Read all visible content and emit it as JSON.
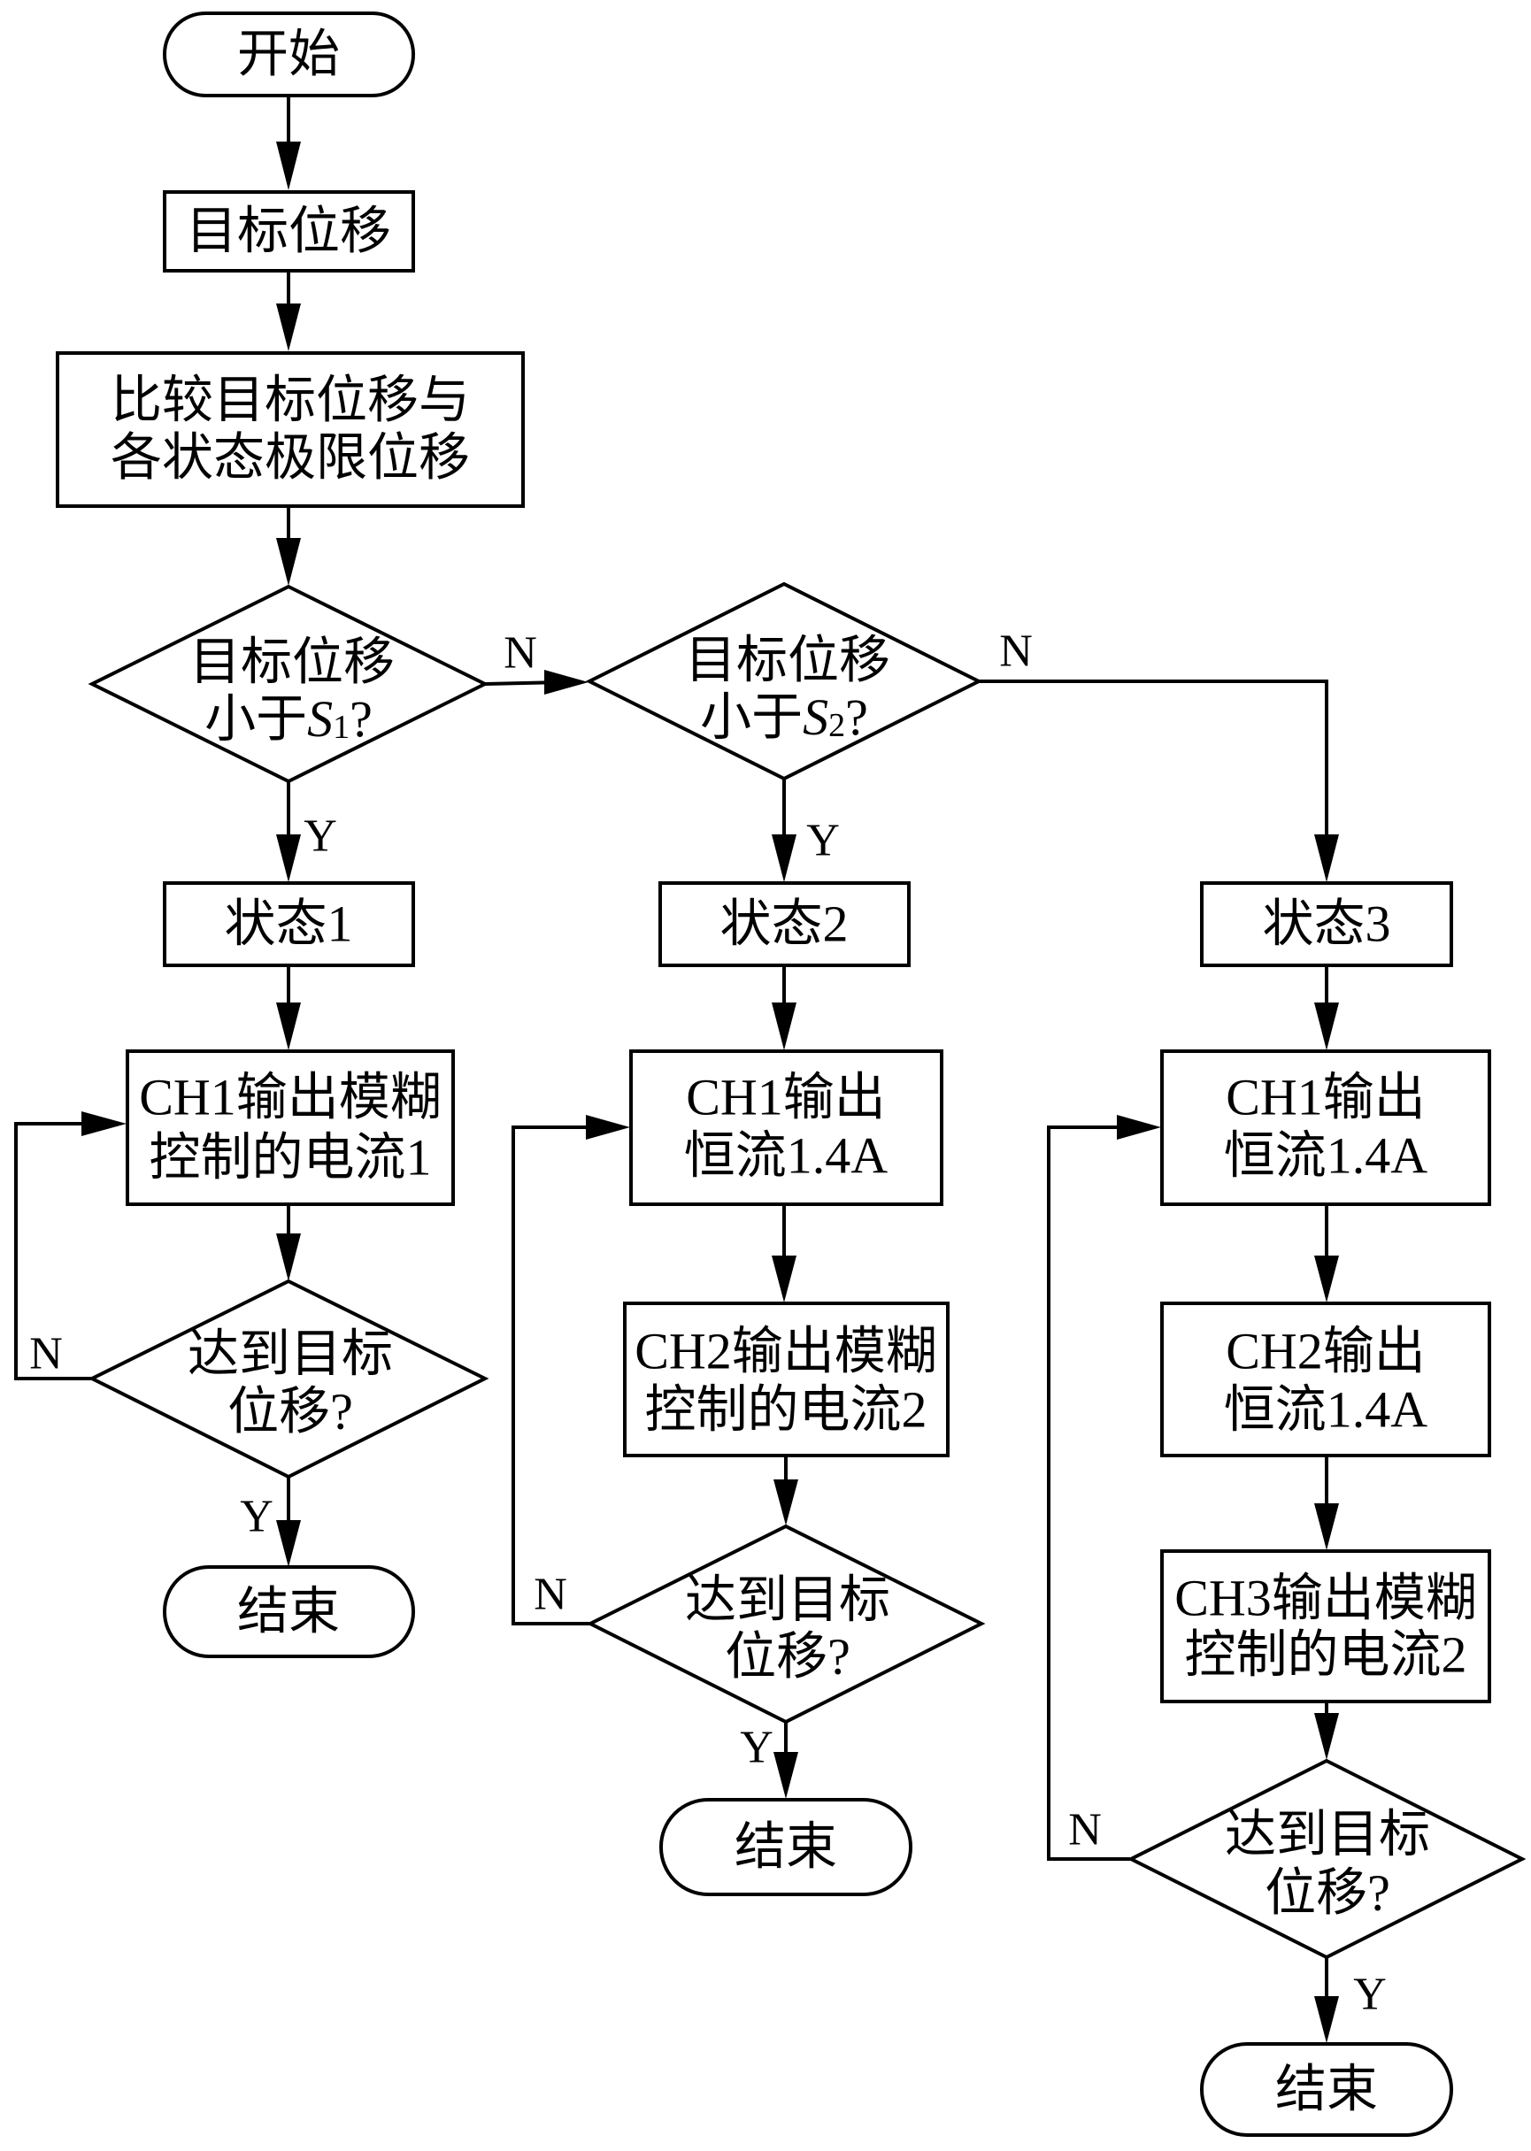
{
  "diagram": {
    "start": "开始",
    "target_box": "目标位移",
    "compare_box": [
      "比较目标位移与",
      "各状态极限位移"
    ],
    "decision_s1": {
      "line1": "目标位移",
      "line2_prefix": "小于",
      "var": "S",
      "sub": "1",
      "suffix": "?"
    },
    "decision_s2": {
      "line1": "目标位移",
      "line2_prefix": "小于",
      "var": "S",
      "sub": "2",
      "suffix": "?"
    },
    "labels": {
      "yes": "Y",
      "no": "N"
    },
    "columns": [
      {
        "state": "状态1",
        "steps": [
          [
            "CH1输出模糊",
            "控制的电流1"
          ]
        ],
        "check": [
          "达到目标",
          "位移?"
        ],
        "end": "结束"
      },
      {
        "state": "状态2",
        "steps": [
          [
            "CH1输出",
            "恒流1.4A"
          ],
          [
            "CH2输出模糊",
            "控制的电流2"
          ]
        ],
        "check": [
          "达到目标",
          "位移?"
        ],
        "end": "结束"
      },
      {
        "state": "状态3",
        "steps": [
          [
            "CH1输出",
            "恒流1.4A"
          ],
          [
            "CH2输出",
            "恒流1.4A"
          ],
          [
            "CH3输出模糊",
            "控制的电流2"
          ]
        ],
        "check": [
          "达到目标",
          "位移?"
        ],
        "end": "结束"
      }
    ]
  }
}
